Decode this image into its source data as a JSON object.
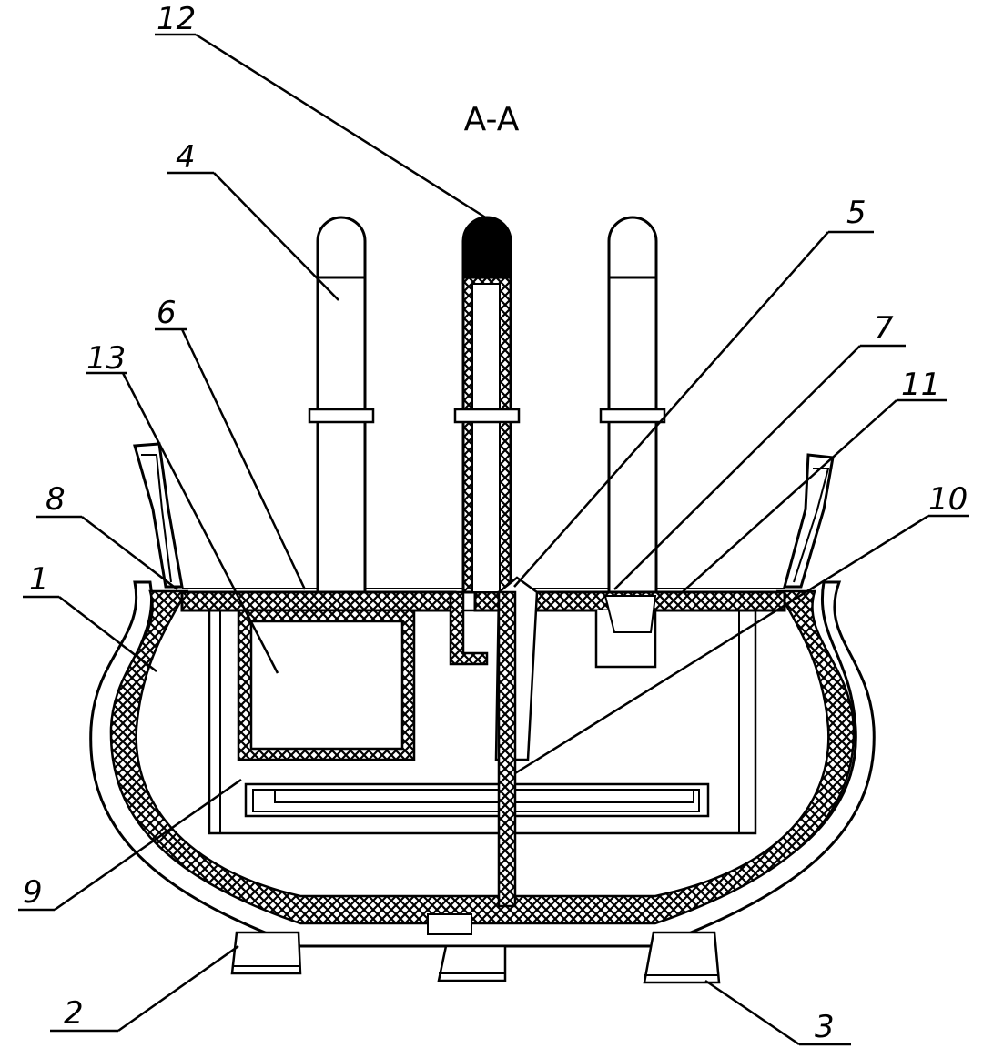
{
  "title": "A-A",
  "labels": {
    "l1": "1",
    "l2": "2",
    "l3": "3",
    "l4": "4",
    "l5": "5",
    "l6": "6",
    "l7": "7",
    "l8": "8",
    "l9": "9",
    "l10": "10",
    "l11": "11",
    "l12": "12",
    "l13": "13"
  },
  "colors": {
    "ink": "#000000",
    "paper": "#ffffff"
  }
}
